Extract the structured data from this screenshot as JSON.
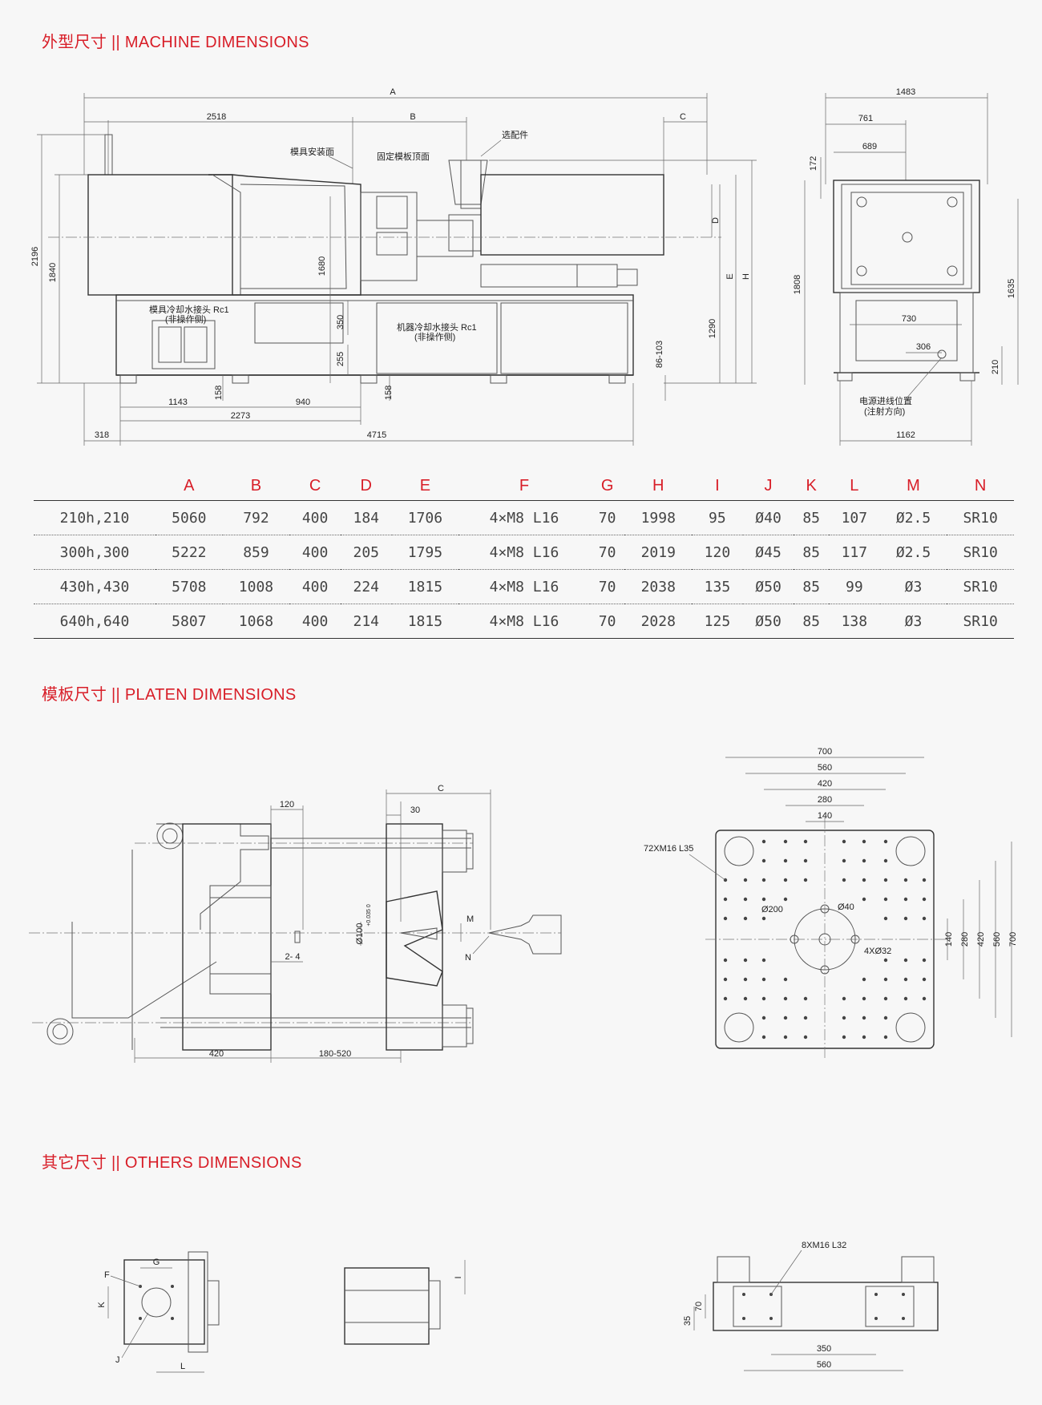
{
  "sections": {
    "machine": "外型尺寸 || MACHINE DIMENSIONS",
    "platen": "模板尺寸 || PLATEN DIMENSIONS",
    "others": "其它尺寸 || OTHERS DIMENSIONS"
  },
  "machine_drawing": {
    "A": "A",
    "B": "B",
    "C": "C",
    "D": "D",
    "E": "E",
    "H": "H",
    "d2518": "2518",
    "d2196": "2196",
    "d1840": "1840",
    "d1680": "1680",
    "d350": "350",
    "d255": "255",
    "d158a": "158",
    "d158b": "158",
    "d1143": "1143",
    "d940": "940",
    "d2273": "2273",
    "d318": "318",
    "d4715": "4715",
    "d86_103": "86-103",
    "d1290": "1290",
    "lbl_mold_mount": "模具安装面",
    "lbl_fixed_top": "固定模板顶面",
    "lbl_option": "选配件",
    "lbl_mold_cool": "模具冷却水接头 Rc1",
    "lbl_nonop": "(非操作侧)",
    "lbl_machine_cool": "机器冷却水接头 Rc1",
    "lbl_nonop2": "(非操作侧)",
    "d1483": "1483",
    "d761": "761",
    "d689": "689",
    "d172": "172",
    "d1808": "1808",
    "d1635": "1635",
    "d730": "730",
    "d306": "306",
    "d210": "210",
    "d1162": "1162",
    "lbl_power": "电源进线位置",
    "lbl_inject_dir": "(注射方向)"
  },
  "table": {
    "headers": [
      "",
      "A",
      "B",
      "C",
      "D",
      "E",
      "F",
      "G",
      "H",
      "I",
      "J",
      "K",
      "L",
      "M",
      "N"
    ],
    "rows": [
      [
        "210h,210",
        "5060",
        "792",
        "400",
        "184",
        "1706",
        "4×M8 L16",
        "70",
        "1998",
        "95",
        "Ø40",
        "85",
        "107",
        "Ø2.5",
        "SR10"
      ],
      [
        "300h,300",
        "5222",
        "859",
        "400",
        "205",
        "1795",
        "4×M8 L16",
        "70",
        "2019",
        "120",
        "Ø45",
        "85",
        "117",
        "Ø2.5",
        "SR10"
      ],
      [
        "430h,430",
        "5708",
        "1008",
        "400",
        "224",
        "1815",
        "4×M8 L16",
        "70",
        "2038",
        "135",
        "Ø50",
        "85",
        "99",
        "Ø3",
        "SR10"
      ],
      [
        "640h,640",
        "5807",
        "1068",
        "400",
        "214",
        "1815",
        "4×M8 L16",
        "70",
        "2028",
        "125",
        "Ø50",
        "85",
        "138",
        "Ø3",
        "SR10"
      ]
    ]
  },
  "platen_drawing": {
    "d120": "120",
    "d30": "30",
    "C": "C",
    "M": "M",
    "N": "N",
    "d100": "Ø100",
    "d100tol": "+0.035 0",
    "d2_4": "2- 4",
    "d420": "420",
    "d180_520": "180-520",
    "d700": "700",
    "d560": "560",
    "d420b": "420",
    "d280": "280",
    "d140": "140",
    "holes": "72XM16 L35",
    "o200": "Ø200",
    "o40": "Ø40",
    "o32": "4XØ32",
    "v140": "140",
    "v280": "280",
    "v420": "420",
    "v560": "560",
    "v700": "700"
  },
  "others_drawing": {
    "G": "G",
    "F": "F",
    "K": "K",
    "J": "J",
    "L": "L",
    "I": "I",
    "holes2": "8XM16 L32",
    "d70": "70",
    "d35": "35",
    "d350": "350",
    "d560": "560"
  }
}
